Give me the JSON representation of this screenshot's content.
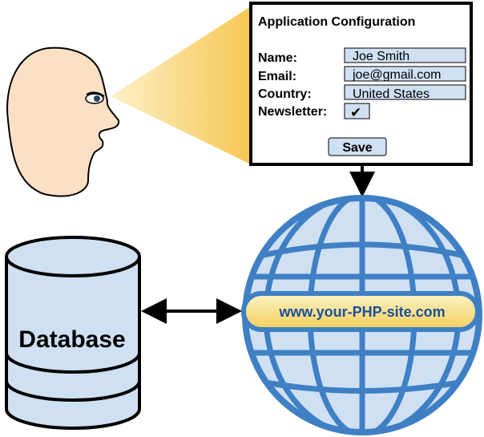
{
  "form": {
    "title": "Application Configuration",
    "fields": [
      {
        "label": "Name:",
        "value": "Joe Smith"
      },
      {
        "label": "Email:",
        "value": "joe@gmail.com"
      },
      {
        "label": "Country:",
        "value": "United States"
      }
    ],
    "newsletter_label": "Newsletter:",
    "newsletter_check": "✔",
    "save_label": "Save"
  },
  "database": {
    "label": "Database"
  },
  "website": {
    "label": "www.your-PHP-site.com"
  },
  "colors": {
    "field_fill": "#cfe0f3",
    "globe_blue": "#3f7fc4",
    "globe_fill": "#cfe0f3",
    "band": "#f9d877",
    "skin": "#fbe0c4",
    "cone": "#f7c85a"
  }
}
